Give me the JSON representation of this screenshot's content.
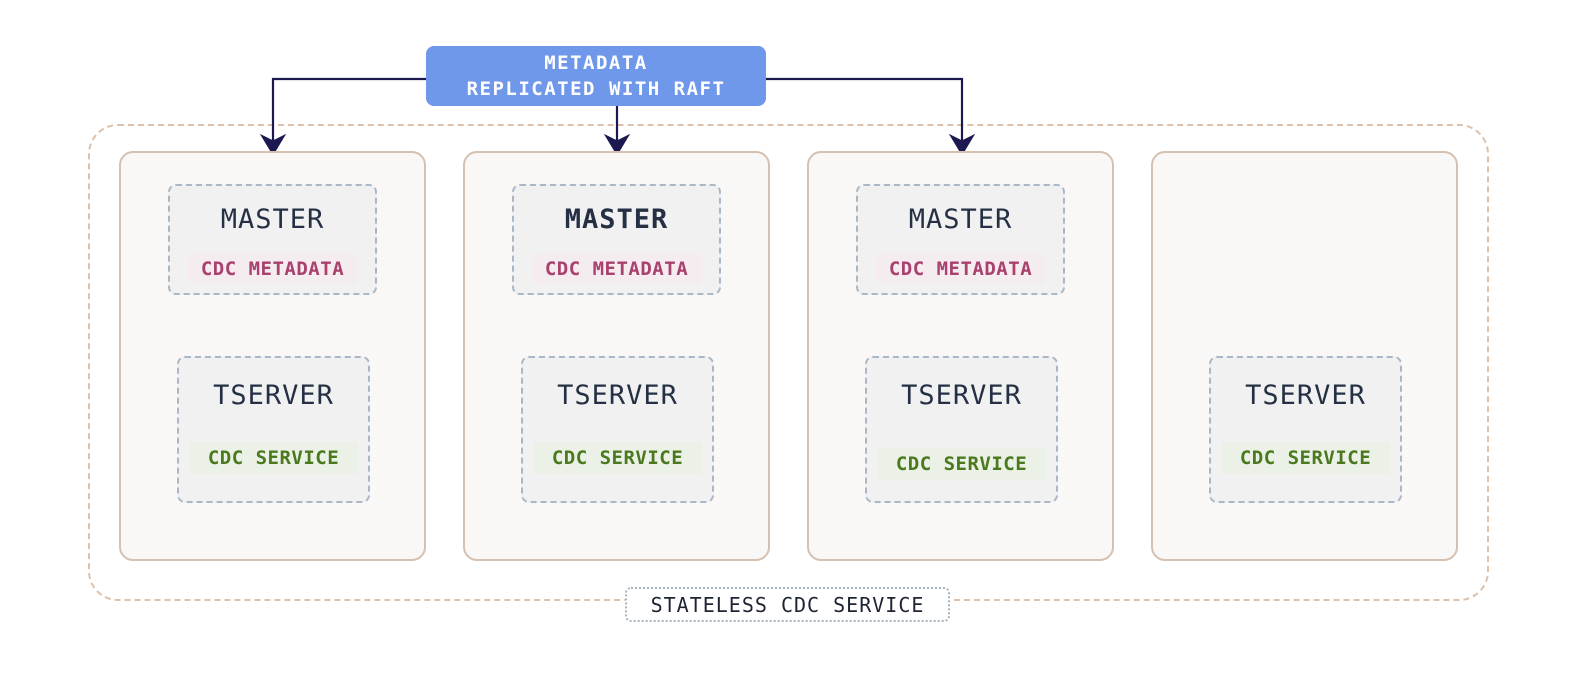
{
  "metadata_box": {
    "line1": "METADATA",
    "line2": "REPLICATED WITH RAFT"
  },
  "boundary_label": "STATELESS CDC SERVICE",
  "nodes": [
    {
      "master": {
        "title": "MASTER",
        "leader": false,
        "metadata": "CDC METADATA"
      },
      "tserver": {
        "title": "TSERVER",
        "service": "CDC SERVICE"
      }
    },
    {
      "master": {
        "title": "MASTER",
        "leader": true,
        "metadata": "CDC METADATA"
      },
      "tserver": {
        "title": "TSERVER",
        "service": "CDC SERVICE"
      }
    },
    {
      "master": {
        "title": "MASTER",
        "leader": false,
        "metadata": "CDC METADATA"
      },
      "tserver": {
        "title": "TSERVER",
        "service": "CDC SERVICE"
      }
    },
    {
      "tserver": {
        "title": "TSERVER",
        "service": "CDC SERVICE"
      }
    }
  ],
  "colors": {
    "metadata_box": "#6f97ea",
    "arrow": "#1c1850",
    "cdc_metadata_text": "#a9416f",
    "cdc_service_text": "#4b7a1e",
    "node_border": "#d6c1b1",
    "dashed_border": "#a9b7c6"
  }
}
